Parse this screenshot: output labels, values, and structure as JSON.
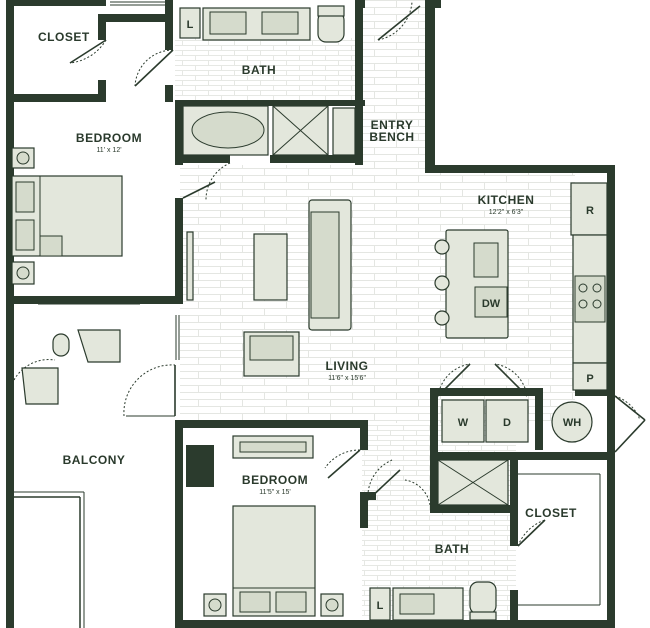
{
  "rooms": {
    "closet_top": {
      "name": "CLOSET"
    },
    "bath_top": {
      "name": "BATH"
    },
    "entry": {
      "line1": "ENTRY",
      "line2": "BENCH"
    },
    "bedroom_top": {
      "name": "BEDROOM",
      "size": "11' x 12'"
    },
    "kitchen": {
      "name": "KITCHEN",
      "size": "12'2\" x 6'3\""
    },
    "living": {
      "name": "LIVING",
      "size": "11'6\" x 15'6\""
    },
    "balcony": {
      "name": "BALCONY"
    },
    "bedroom_bottom": {
      "name": "BEDROOM",
      "size": "11'5\" x 15'"
    },
    "bath_bottom": {
      "name": "BATH"
    },
    "closet_bottom": {
      "name": "CLOSET"
    }
  },
  "fixtures": {
    "linen_top": "L",
    "linen_bottom": "L",
    "refrigerator": "R",
    "pantry": "P",
    "dishwasher": "DW",
    "washer": "W",
    "dryer": "D",
    "water_heater": "WH"
  },
  "colors": {
    "wall": "#2b3b2d",
    "fixture": "#e3e7dc",
    "floor_line": "#e4e6e2"
  }
}
